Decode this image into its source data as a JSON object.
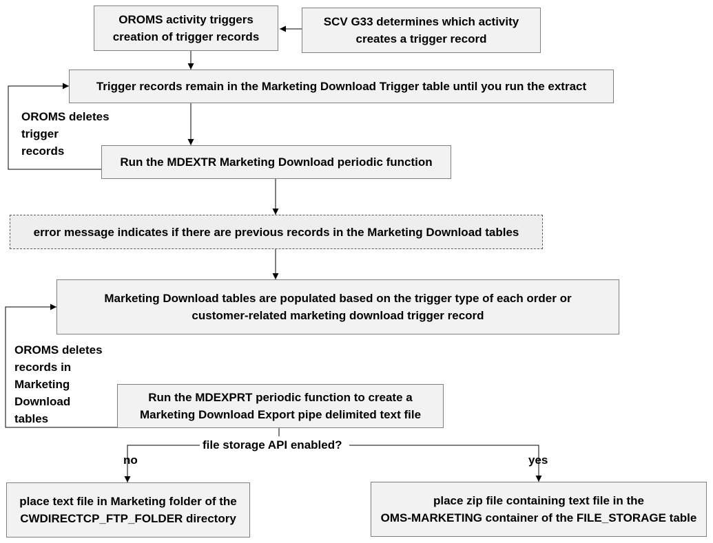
{
  "nodes": {
    "oroms_triggers": [
      "OROMS activity triggers",
      "creation of trigger records"
    ],
    "scv_g33": [
      "SCV G33 determines which activity",
      "creates a trigger record"
    ],
    "trigger_remain": "Trigger records remain in the Marketing Download Trigger table until you run the extract",
    "run_mdextr": "Run the MDEXTR Marketing Download periodic function",
    "error_message": "error message indicates if there are previous records in the Marketing Download tables",
    "tables_populated": [
      "Marketing Download tables are populated based on the trigger type of each order or",
      "customer-related marketing download trigger record"
    ],
    "run_mdexprt": [
      "Run the MDEXPRT periodic function  to create a",
      "Marketing Download Export pipe delimited text file"
    ],
    "place_text_file": [
      "place text file in Marketing folder of the",
      "CWDIRECTCP_FTP_FOLDER directory"
    ],
    "place_zip_file": [
      "place zip file containing  text file in the",
      "OMS-MARKETING container of the FILE_STORAGE table"
    ]
  },
  "labels": {
    "deletes_trigger": [
      "OROMS deletes",
      "trigger",
      "records"
    ],
    "deletes_records": [
      "OROMS deletes",
      "records in",
      "Marketing",
      "Download",
      "tables"
    ],
    "decision": "file storage API enabled?",
    "no": "no",
    "yes": "yes"
  }
}
